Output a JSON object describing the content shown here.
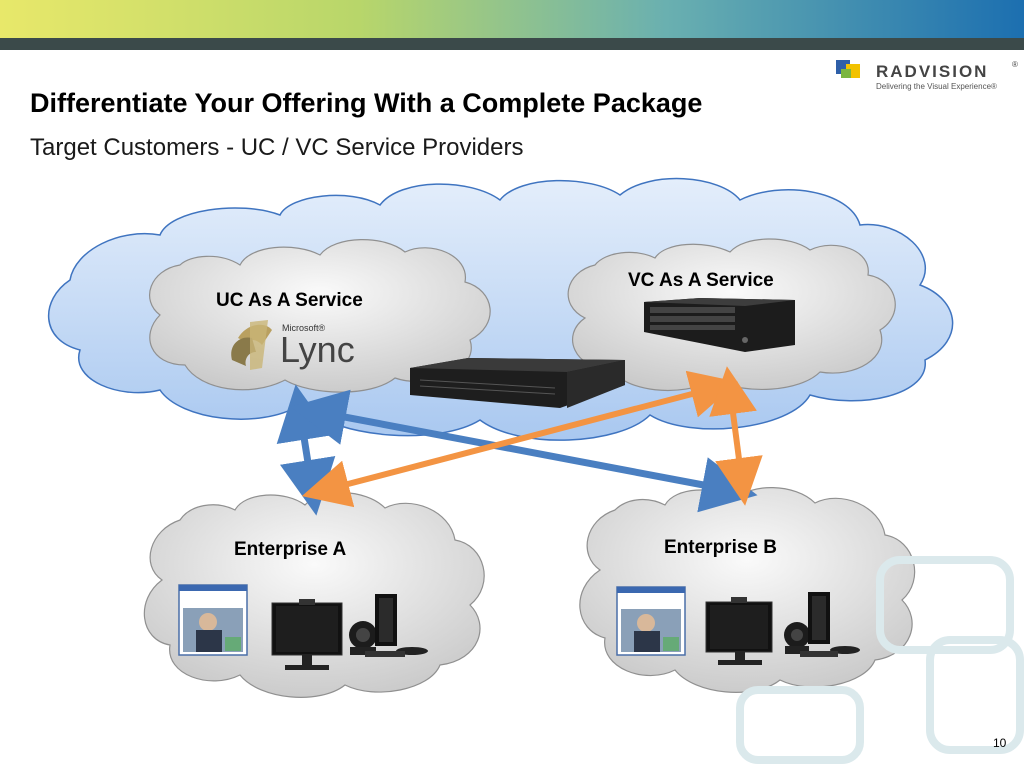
{
  "header": {
    "title": "Differentiate Your Offering With a Complete Package",
    "subtitle": "Target Customers - UC / VC Service Providers"
  },
  "logo": {
    "word": "RADVISION",
    "registered": "®",
    "tagline": "Delivering the Visual Experience®"
  },
  "diagram": {
    "uc_cloud_label": "UC As A Service",
    "vc_cloud_label": "VC As A Service",
    "enterprise_a_label": "Enterprise A",
    "enterprise_b_label": "Enterprise B",
    "lync_small": "Microsoft®",
    "lync_big": "Lync"
  },
  "colors": {
    "blue_arrow": "#4a7fc1",
    "orange_arrow": "#f39443",
    "outer_cloud": "#c9dcf5",
    "inner_cloud": "#e8e8e8"
  },
  "footer": {
    "page_number": "10"
  }
}
